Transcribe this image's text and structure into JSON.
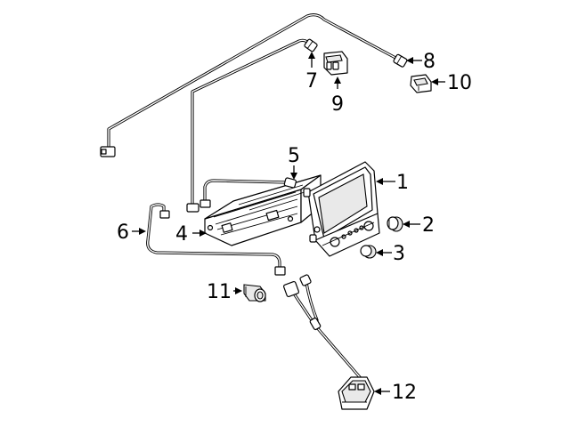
{
  "callouts": [
    {
      "id": "1",
      "label": "1"
    },
    {
      "id": "2",
      "label": "2"
    },
    {
      "id": "3",
      "label": "3"
    },
    {
      "id": "4",
      "label": "4"
    },
    {
      "id": "5",
      "label": "5"
    },
    {
      "id": "6",
      "label": "6"
    },
    {
      "id": "7",
      "label": "7"
    },
    {
      "id": "8",
      "label": "8"
    },
    {
      "id": "9",
      "label": "9"
    },
    {
      "id": "10",
      "label": "10"
    },
    {
      "id": "11",
      "label": "11"
    },
    {
      "id": "12",
      "label": "12"
    }
  ],
  "colors": {
    "line": "#000000",
    "background": "#ffffff",
    "shade": "#e9e9e9"
  }
}
